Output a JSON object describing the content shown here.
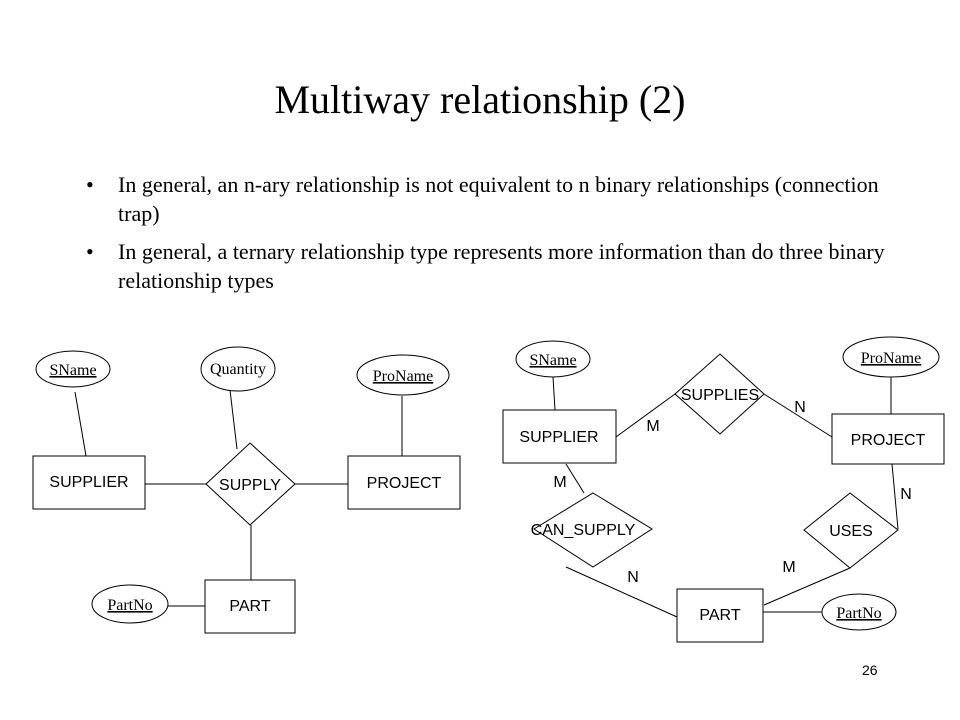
{
  "slide": {
    "title": "Multiway relationship (2)",
    "bullets": [
      "In general, an n-ary relationship is not equivalent to n binary relationships (connection trap)",
      "In general, a ternary relationship type represents more information than do three binary relationship types"
    ],
    "page_number": "26"
  },
  "ternary_diagram": {
    "entities": {
      "supplier": "SUPPLIER",
      "project": "PROJECT",
      "part": "PART"
    },
    "relationship": "SUPPLY",
    "attributes": {
      "sname": "SName",
      "quantity": "Quantity",
      "proname": "ProName",
      "partno": "PartNo"
    }
  },
  "binary_diagram": {
    "entities": {
      "supplier": "SUPPLIER",
      "project": "PROJECT",
      "part": "PART"
    },
    "relationships": {
      "supplies": "SUPPLIES",
      "can_supply": "CAN_SUPPLY",
      "uses": "USES"
    },
    "attributes": {
      "sname": "SName",
      "proname": "ProName",
      "partno": "PartNo"
    },
    "cardinalities": {
      "supplies_supplier": "M",
      "supplies_project": "N",
      "can_supply_supplier": "M",
      "can_supply_part": "N",
      "uses_project": "N",
      "uses_part": "M"
    }
  }
}
